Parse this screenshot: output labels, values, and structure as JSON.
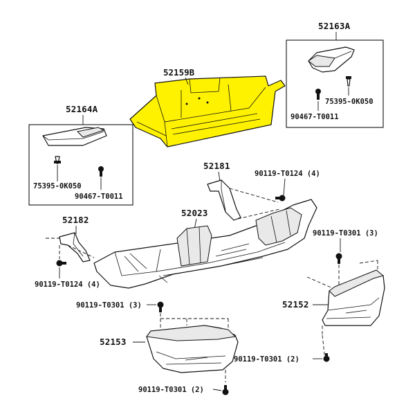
{
  "highlight_color": "#fff200",
  "labels": {
    "mat_highlighted": "52159B",
    "step_pad_left_box": "52164A",
    "step_pad_right_box": "52163A",
    "clip_left": "75395-0K050",
    "screw_left": "90467-T0011",
    "clip_right": "75395-0K050",
    "screw_right": "90467-T0011",
    "brace_center": "52181",
    "bolt_center": "90119-T0124 (4)",
    "reinforcement": "52023",
    "brace_left": "52182",
    "bolt_left": "90119-T0124 (4)",
    "bolt_right_upper": "90119-T0301 (3)",
    "cover_right": "52152",
    "bolt_left_mid": "90119-T0301 (3)",
    "cover_left": "52153",
    "bolt_right_lower": "90119-T0301 (2)",
    "bolt_bottom": "90119-T0301 (2)"
  }
}
